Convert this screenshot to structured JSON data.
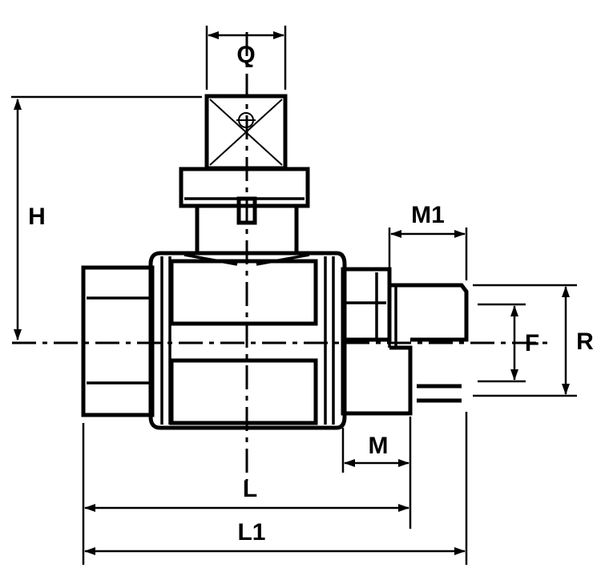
{
  "drawing": {
    "part": "ball-valve-with-union",
    "color": "#000000",
    "background": "#ffffff"
  },
  "dimensions": {
    "Q": "Q",
    "H": "H",
    "M1": "M1",
    "F": "F",
    "R": "R",
    "M": "M",
    "L": "L",
    "L1": "L1"
  }
}
